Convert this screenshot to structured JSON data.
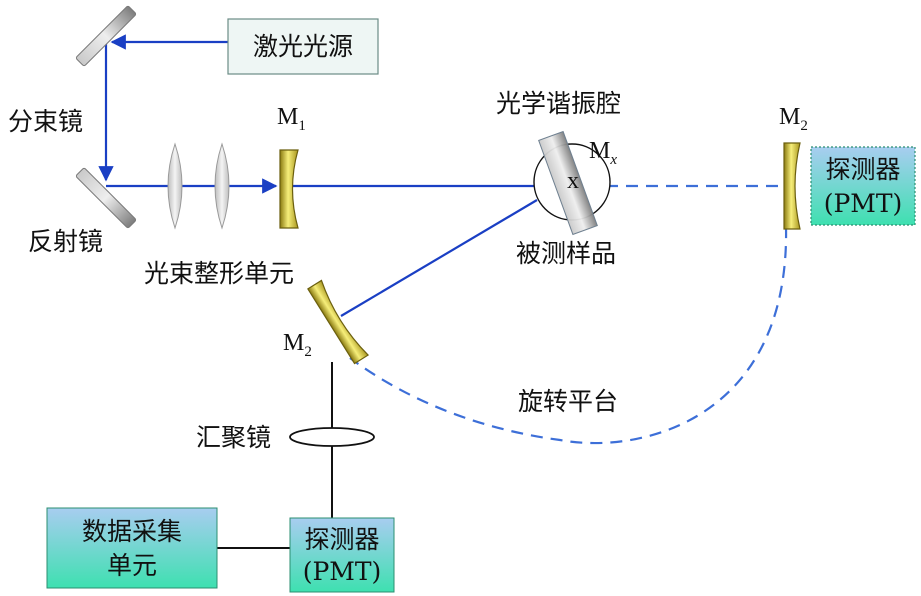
{
  "labels": {
    "laser_source": "激光光源",
    "beam_splitter": "分束镜",
    "reflector": "反射镜",
    "beam_shaping": "光束整形单元",
    "optical_cavity": "光学谐振腔",
    "sample": "被测样品",
    "rotating_stage": "旋转平台",
    "condenser": "汇聚镜",
    "detector_top_line1": "探测器",
    "detector_top_line2": "(PMT)",
    "detector_bottom_line1": "探测器",
    "detector_bottom_line2": "(PMT)",
    "daq_line1": "数据采集",
    "daq_line2": "单元",
    "sample_mark": "x"
  },
  "mirror_labels": {
    "m1_main": "M",
    "m1_sub": "1",
    "m2_top_main": "M",
    "m2_top_sub": "2",
    "mx_main": "M",
    "mx_sub": "x",
    "m2_lower_main": "M",
    "m2_lower_sub": "2"
  },
  "colors": {
    "beam": "#1a3fc4",
    "dashed_path": "#3d6fd8",
    "box_gradient_top": "#a8cdf0",
    "box_gradient_bottom": "#3ee0b0",
    "mirror_gold_light": "#f6ee7a",
    "mirror_gold_dark": "#8a7a10",
    "gray_mirror_light": "#d8d8d8",
    "gray_mirror_dark": "#808080"
  }
}
